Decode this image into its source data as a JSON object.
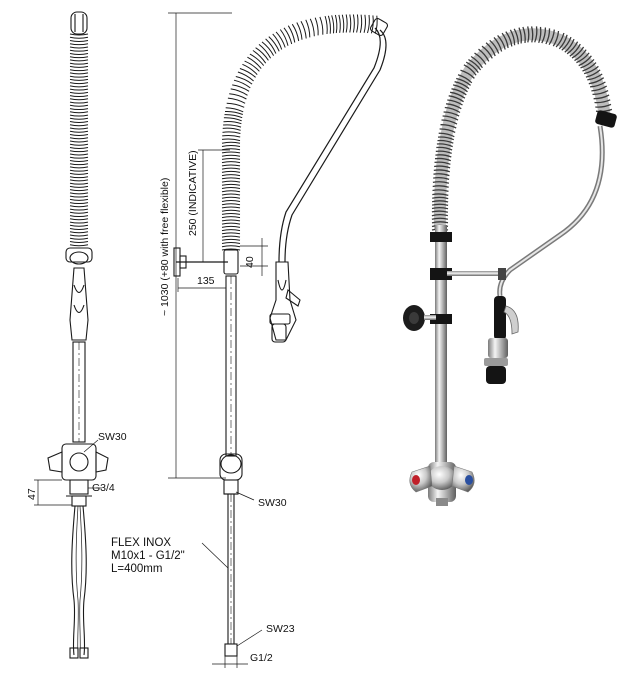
{
  "labels": {
    "side_nut_sw": "SW30",
    "side_height": "47",
    "side_thread": "G3/4",
    "front_total_height": "~ 1030 (+80 with free flexible)",
    "front_indicative": "250 (INDICATIVE)",
    "front_arm_offset": "135",
    "front_small_height": "40",
    "front_nut_sw": "SW30",
    "front_bottom_sw": "SW23",
    "front_bottom_thread": "G1/2"
  },
  "flex_note": {
    "line1": "FLEX INOX",
    "line2": "M10x1 - G1/2\"",
    "line3": "L=400mm"
  },
  "colors": {
    "line": "#1a1a1a",
    "chrome_light": "#e8e8e8",
    "chrome_dark": "#6d6d6d",
    "black_part": "#141414",
    "red_accent": "#c0202a",
    "blue_accent": "#2a4fa0"
  }
}
